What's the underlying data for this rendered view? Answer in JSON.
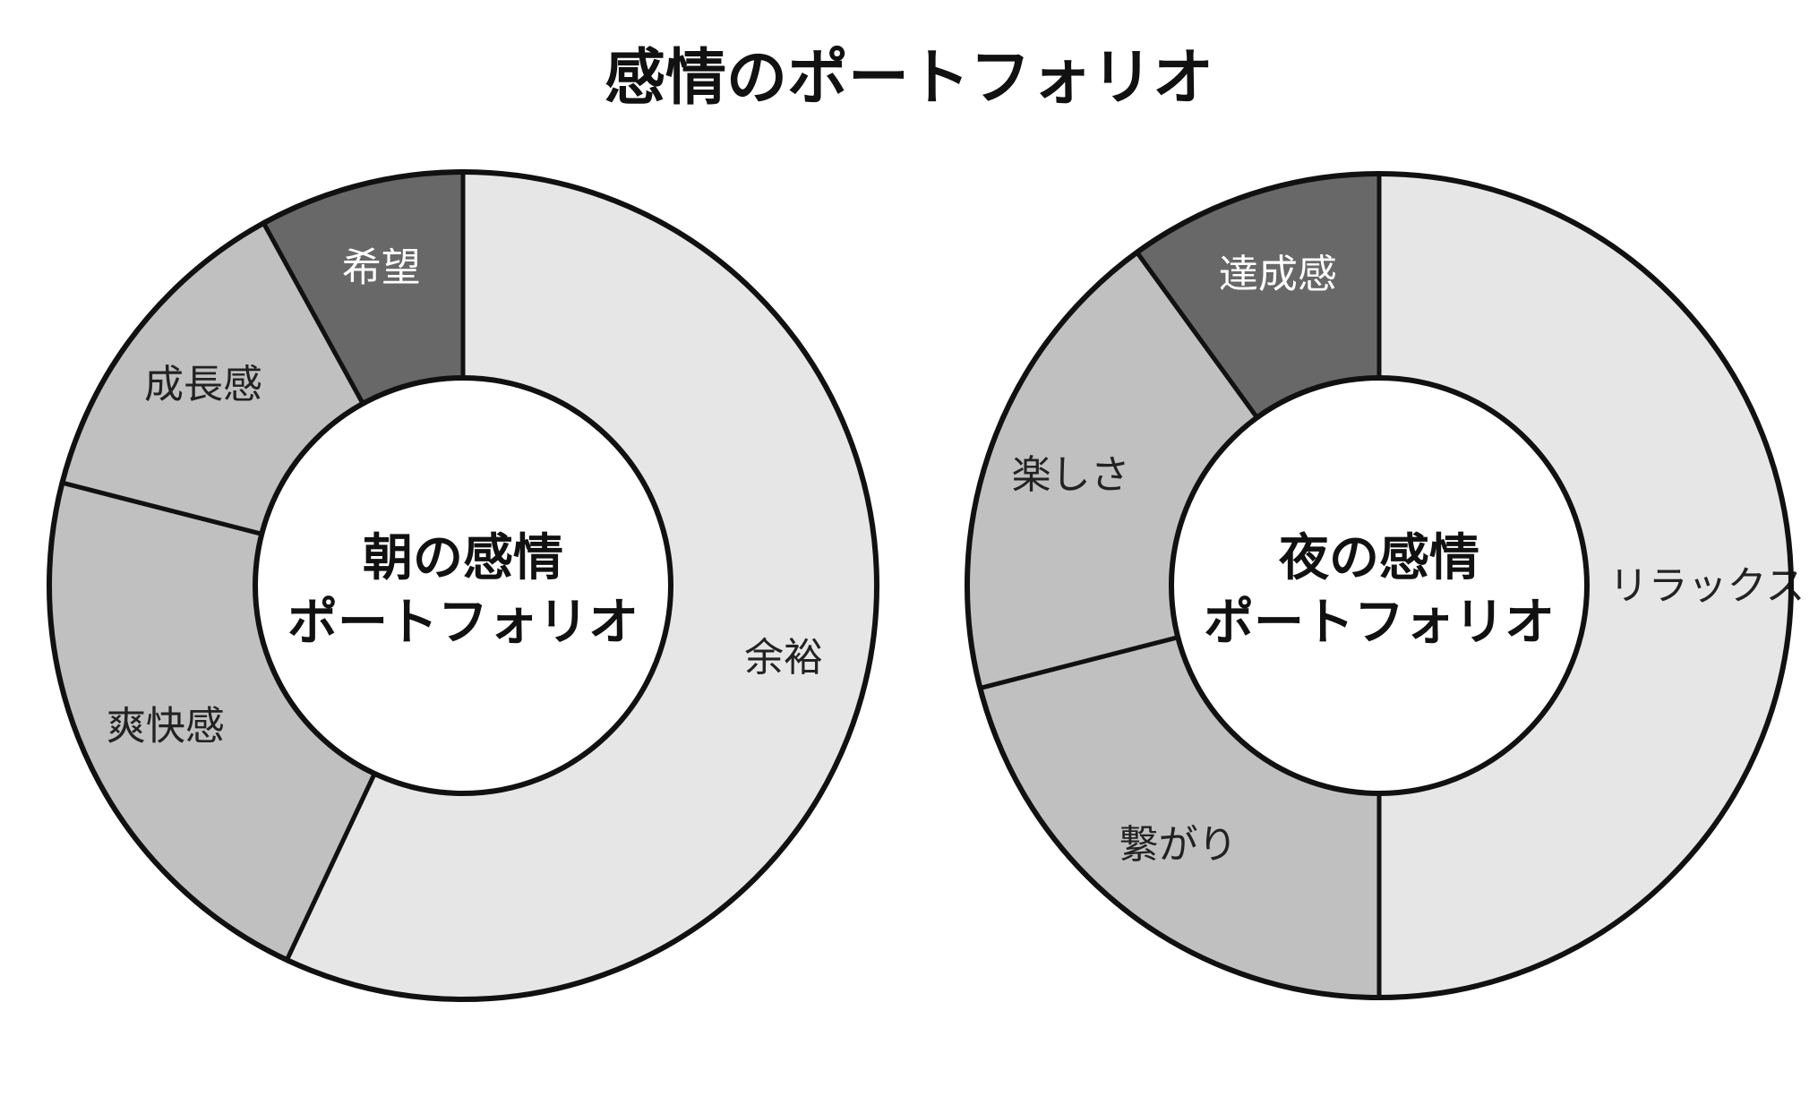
{
  "chart_data": [
    {
      "type": "pie",
      "title": "感情のポートフォリオ",
      "center_label": [
        "朝の感情",
        "ポートフォリオ"
      ],
      "categories": [
        "余裕",
        "爽快感",
        "成長感",
        "希望"
      ],
      "values": [
        57,
        22,
        13,
        8
      ],
      "colors": [
        "#e6e6e6",
        "#c0c0c0",
        "#c0c0c0",
        "#686868"
      ],
      "label_colors": [
        "#222222",
        "#222222",
        "#222222",
        "#ffffff"
      ]
    },
    {
      "type": "pie",
      "center_label": [
        "夜の感情",
        "ポートフォリオ"
      ],
      "categories": [
        "リラックス",
        "繋がり",
        "楽しさ",
        "達成感"
      ],
      "values": [
        50,
        21,
        19,
        10
      ],
      "colors": [
        "#e6e6e6",
        "#c0c0c0",
        "#c0c0c0",
        "#686868"
      ],
      "label_colors": [
        "#222222",
        "#222222",
        "#222222",
        "#ffffff"
      ]
    }
  ]
}
